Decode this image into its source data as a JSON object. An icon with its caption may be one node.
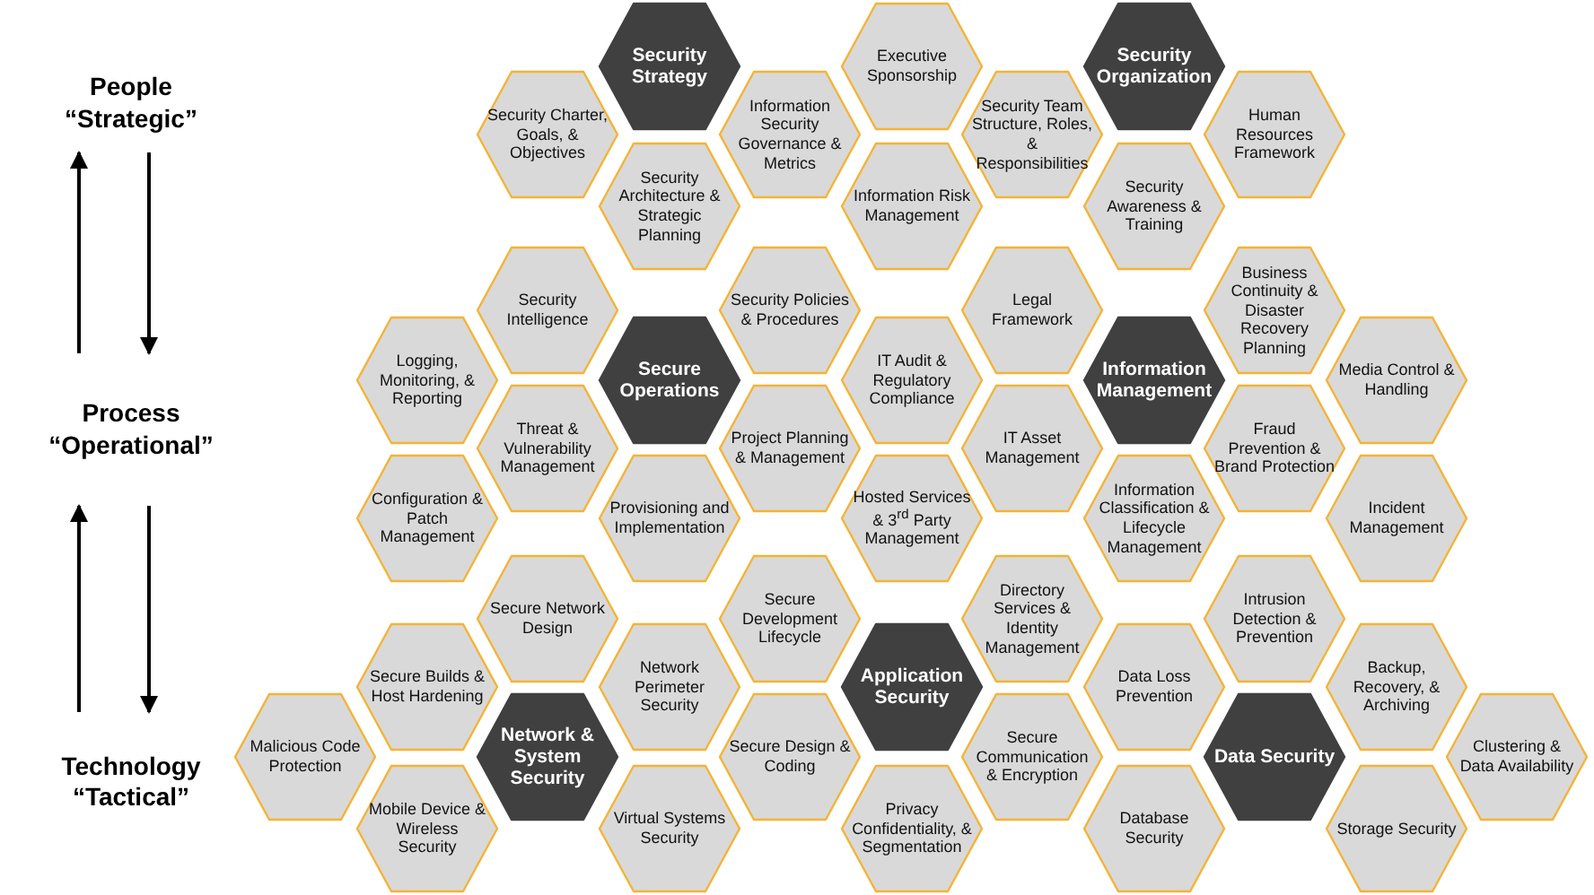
{
  "diagram": {
    "nodes": [
      {
        "text": [
          "People",
          "“Strategic”"
        ]
      },
      {
        "text": [
          "Process",
          "“Operational”"
        ]
      },
      {
        "text": [
          "Technology",
          "“Tactical”"
        ]
      },
      {
        "text": [
          "Security Strategy"
        ]
      },
      {
        "text": [
          "Executive Sponsorship"
        ]
      },
      {
        "text": [
          "Security Organization"
        ]
      },
      {
        "text": [
          "Security Charter, Goals, & Objectives"
        ]
      },
      {
        "text": [
          "Information Security Governance & Metrics"
        ]
      },
      {
        "text": [
          "Security Team Structure, Roles, & Responsibilities"
        ]
      },
      {
        "text": [
          "Human Resources Framework"
        ]
      },
      {
        "text": [
          "Security Architecture & Strategic Planning"
        ]
      },
      {
        "text": [
          "Information Risk Management"
        ]
      },
      {
        "text": [
          "Security Awareness & Training"
        ]
      },
      {
        "text": [
          "Security Intelligence"
        ]
      },
      {
        "text": [
          "Security Policies & Procedures"
        ]
      },
      {
        "text": [
          "Legal Framework"
        ]
      },
      {
        "text": [
          "Business Continuity & Disaster Recovery Planning"
        ]
      },
      {
        "text": [
          "Logging, Monitoring, & Reporting"
        ]
      },
      {
        "text": [
          "Secure Operations"
        ]
      },
      {
        "text": [
          "IT Audit & Regulatory Compliance"
        ]
      },
      {
        "text": [
          "Information Management"
        ]
      },
      {
        "text": [
          "Media Control & Handling"
        ]
      },
      {
        "text": [
          "Threat & Vulnerability Management"
        ]
      },
      {
        "text": [
          "Project Planning & Management"
        ]
      },
      {
        "text": [
          "IT Asset Management"
        ]
      },
      {
        "text": [
          "Fraud Prevention & Brand Protection"
        ]
      },
      {
        "text": [
          "Configuration & Patch Management"
        ]
      },
      {
        "text": [
          "Provisioning and Implementation"
        ]
      },
      {
        "text": [
          "Hosted Services & 3$^{rd}$ Party Management"
        ]
      },
      {
        "text": [
          "Information Classification & Lifecycle Management"
        ]
      },
      {
        "text": [
          "Incident Management"
        ]
      },
      {
        "text": [
          "Secure Network Design"
        ]
      },
      {
        "text": [
          "Secure Development Lifecycle"
        ]
      },
      {
        "text": [
          "Directory Services & Identity Management"
        ]
      },
      {
        "text": [
          "Intrusion Detection & Prevention"
        ]
      },
      {
        "text": [
          "Secure Builds & Host Hardening"
        ]
      },
      {
        "text": [
          "Network Perimeter Security"
        ]
      },
      {
        "text": [
          "Application Security"
        ]
      },
      {
        "text": [
          "Data Loss Prevention"
        ]
      },
      {
        "text": [
          "Backup, Recovery, & Archiving"
        ]
      },
      {
        "text": [
          "Malicious Code Protection"
        ]
      },
      {
        "text": [
          "Network & System Security"
        ]
      },
      {
        "text": [
          "Secure Design & Coding"
        ]
      },
      {
        "text": [
          "Secure Communication & Encryption"
        ]
      },
      {
        "text": [
          "Data Security"
        ]
      },
      {
        "text": [
          "Clustering & Data Availability"
        ]
      },
      {
        "text": [
          "Mobile Device & Wireless Security"
        ]
      },
      {
        "text": [
          "Virtual Systems Security"
        ]
      },
      {
        "text": [
          "Privacy Confidentiality, & Segmentation"
        ]
      },
      {
        "text": [
          "Database Security"
        ]
      },
      {
        "text": [
          "Storage Security"
        ]
      }
    ],
    "edges": [
      {
        "from": 1,
        "to": 0,
        "arrow": "to"
      },
      {
        "from": 0,
        "to": 1,
        "arrow": "to"
      },
      {
        "from": 2,
        "to": 1,
        "arrow": "to"
      },
      {
        "from": 1,
        "to": 2,
        "arrow": "to"
      }
    ]
  }
}
